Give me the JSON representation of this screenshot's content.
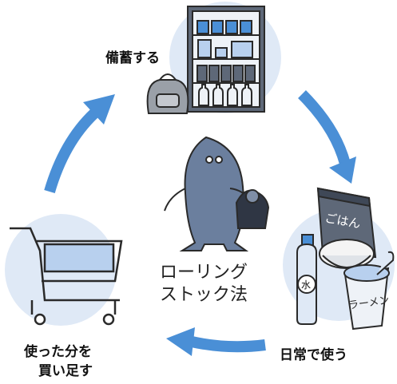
{
  "diagram": {
    "stages": {
      "stock": {
        "label": "備蓄する"
      },
      "use": {
        "label": "日常で使う"
      },
      "buy": {
        "line1": "使った分を",
        "line2": "買い足す"
      }
    },
    "center_title": {
      "line1": "ローリング",
      "line2": "ストック法"
    },
    "packages": {
      "rice": "ごはん",
      "ramen": "ラーメン",
      "water": "水"
    },
    "colors": {
      "arrow": "#4a8fd6",
      "circle_bg": "#dfe9f6",
      "character": "#6b7f9e",
      "outline": "#2a2a2a"
    }
  }
}
